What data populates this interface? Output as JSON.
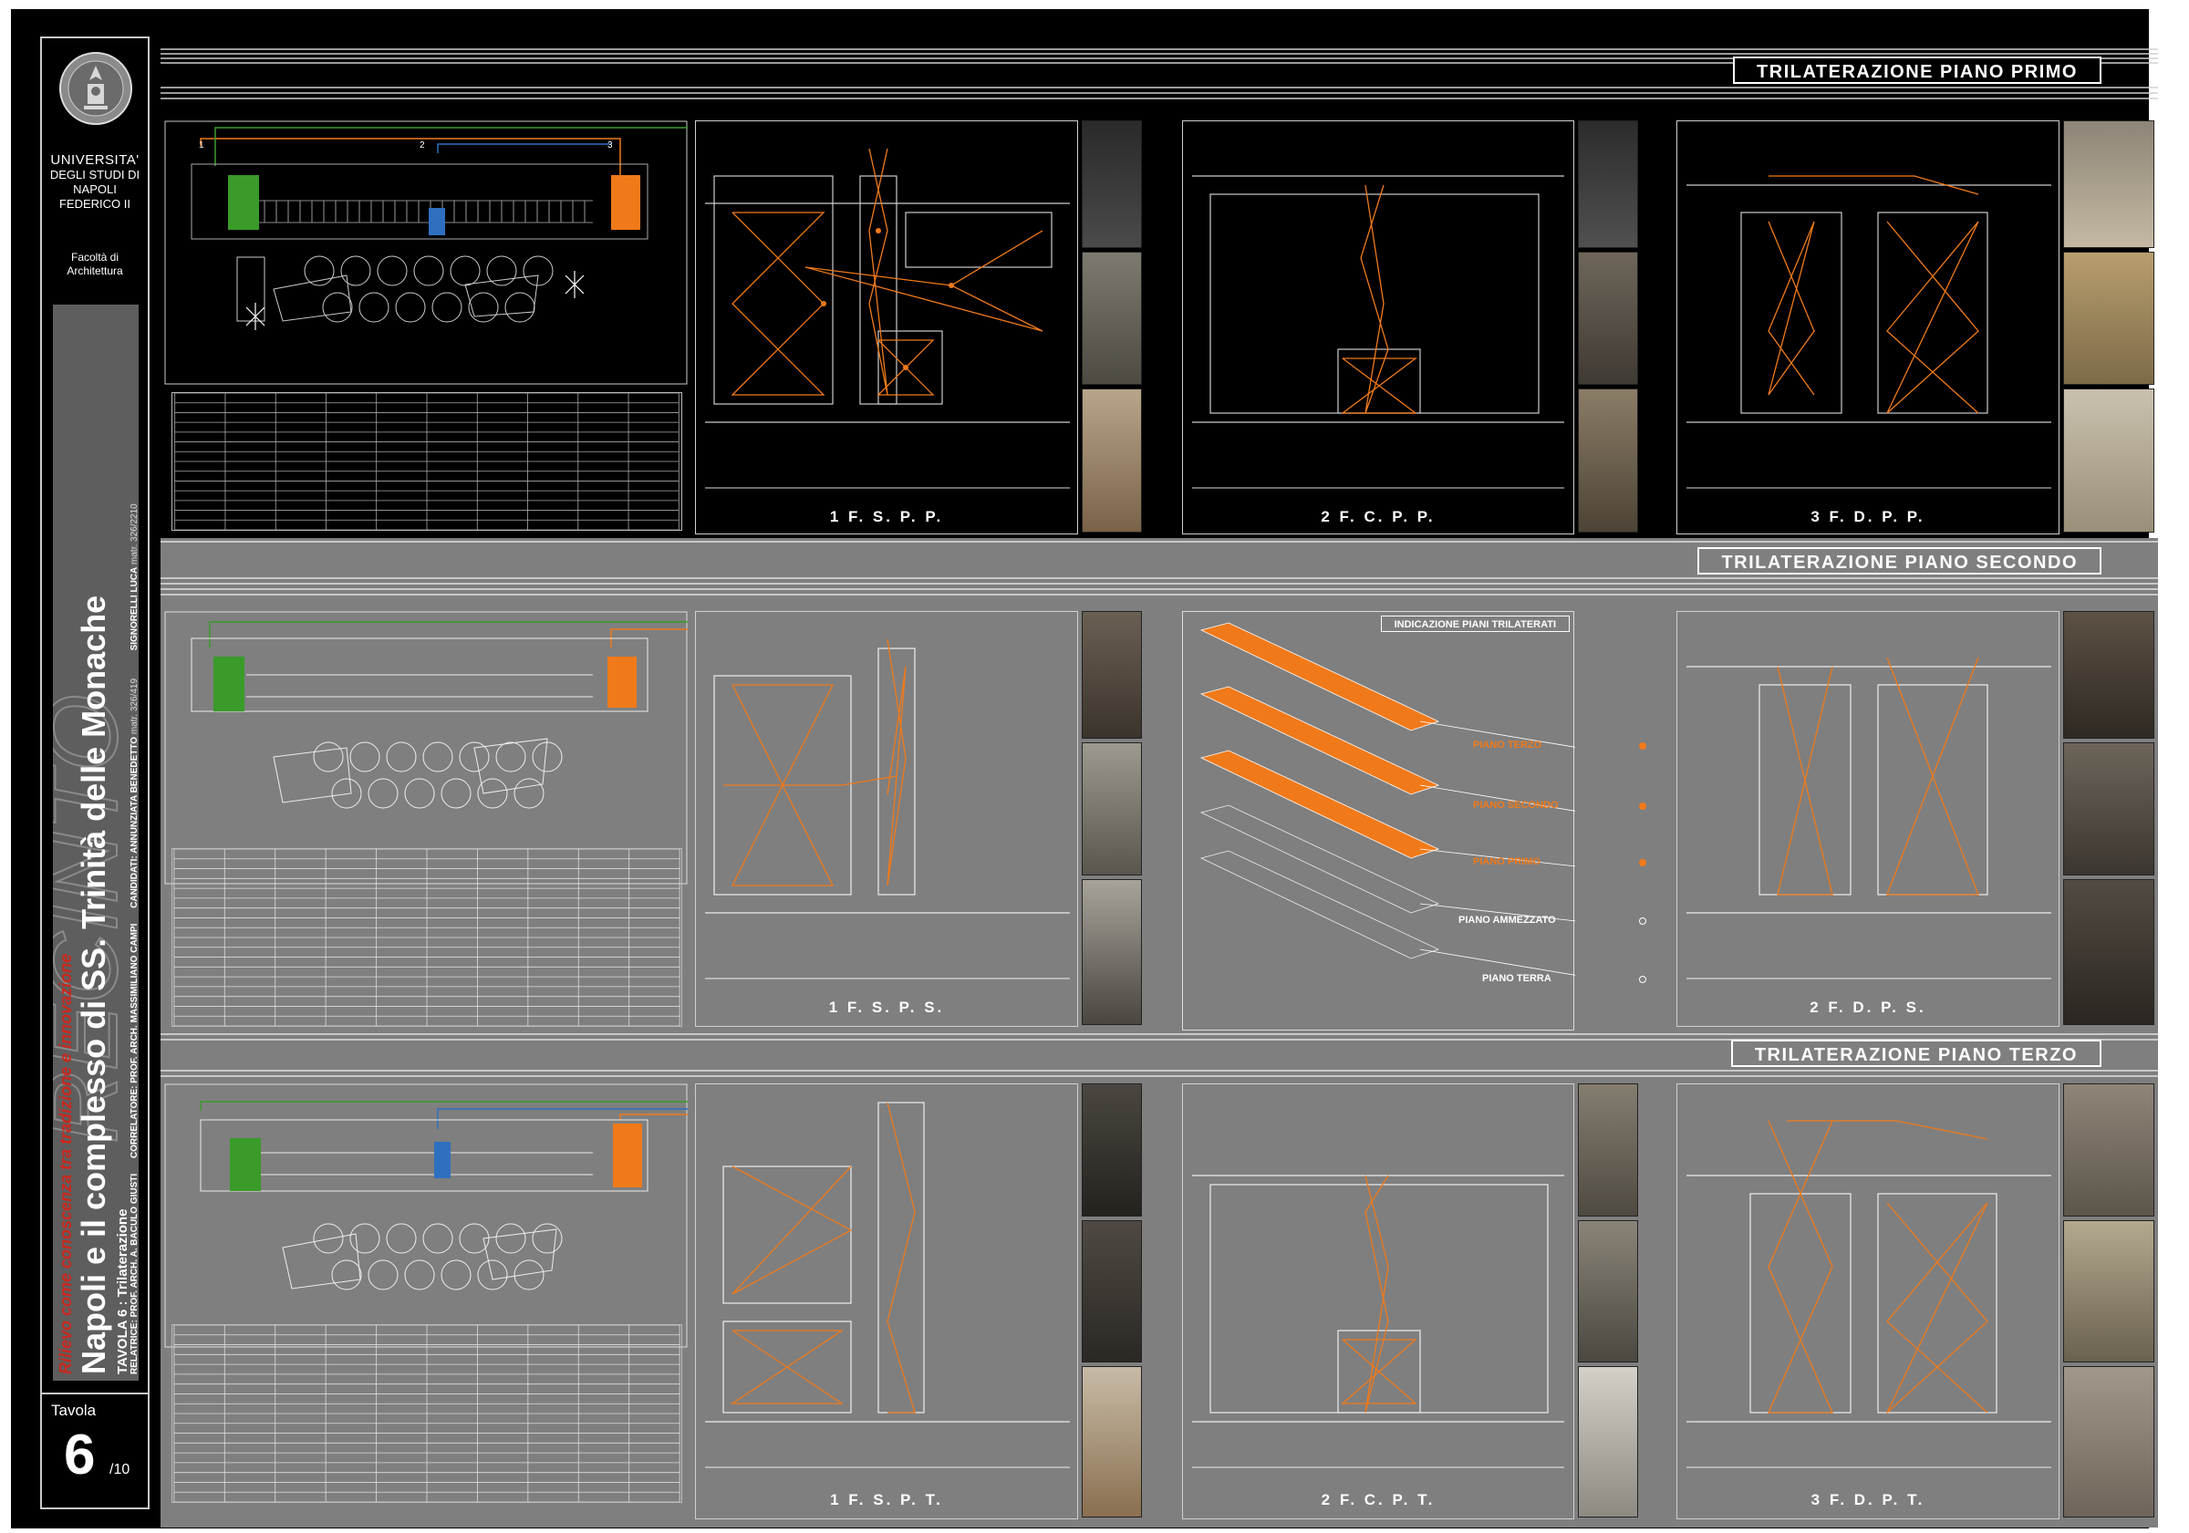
{
  "university": {
    "line1": "UNIVERSITA'",
    "line2": "DEGLI STUDI DI",
    "line3": "NAPOLI",
    "line4": "FEDERICO II",
    "faculty1": "Facoltà di",
    "faculty2": "Architettura"
  },
  "project": {
    "subtitle": "Rilievo come conoscenza tra tradizione e innovazione",
    "title": "Napoli e il complesso di SS. Trinità delle Monache",
    "tavola_label": "TAVOLA 6 :  Trilaterazione",
    "relatrice": "RELATRICE: PROF. ARCH. A. BACULO GIUSTI",
    "correlatore": "CORRELATORE: PROF. ARCH. MASSIMILIANO CAMPI",
    "candidati": "CANDIDATI: ANNUNZIATA BENEDETTO",
    "candidati_matr": "matr. 326/419",
    "candidato2": "SIGNORELLI LUCA",
    "candidato2_matr": "matr. 326/2210"
  },
  "tavola": {
    "label": "Tavola",
    "number": "6",
    "total": "/10"
  },
  "floors": [
    {
      "title": "TRILATERAZIONE  PIANO  PRIMO",
      "plans": [
        "1  F. S. P. P.",
        "2  F. C. P. P.",
        "3  F. D. P. P."
      ]
    },
    {
      "title": "TRILATERAZIONE  PIANO  SECONDO",
      "plans": [
        "1  F. S. P. S.",
        "2  F. D. P. S."
      ]
    },
    {
      "title": "TRILATERAZIONE  PIANO  TERZO",
      "plans": [
        "1  F. S. P. T.",
        "2  F. C. P. T.",
        "3  F. D. P. T."
      ]
    }
  ],
  "legend": {
    "title": "INDICAZIONE  PIANI  TRILATERATI",
    "items": [
      "PIANO TERZO",
      "PIANO SECONDO",
      "PIANO PRIMO",
      "PIANO  AMMEZZATO",
      "PIANO TERRA"
    ]
  },
  "colors": {
    "orange": "#f07a1a",
    "green": "#3a9b2a",
    "blue": "#2f6fc0",
    "title_red": "#c8281e"
  }
}
